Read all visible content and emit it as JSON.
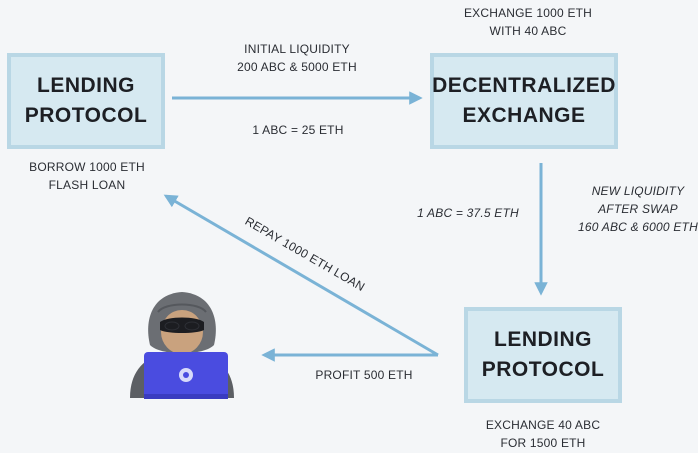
{
  "colors": {
    "background": "#f4f6f8",
    "box_fill": "#d6e9f1",
    "box_border": "#b9d7e5",
    "arrow": "#7ab3d6",
    "hacker_hood": "#6b6e73",
    "laptop": "#4a4ce0"
  },
  "nodes": {
    "lending_top": {
      "line1": "LENDING",
      "line2": "PROTOCOL"
    },
    "dex": {
      "line1": "DECENTRALIZED",
      "line2": "EXCHANGE"
    },
    "lending_bottom": {
      "line1": "LENDING",
      "line2": "PROTOCOL"
    }
  },
  "labels": {
    "exchange_top": {
      "line1": "EXCHANGE 1000 ETH",
      "line2": "WITH 40 ABC"
    },
    "initial_liquidity": {
      "line1": "INITIAL LIQUIDITY",
      "line2": "200 ABC & 5000 ETH"
    },
    "rate_initial": "1 ABC = 25 ETH",
    "borrow": {
      "line1": "BORROW 1000 ETH",
      "line2": "FLASH LOAN"
    },
    "rate_new": "1 ABC = 37.5 ETH",
    "new_liquidity": {
      "line1": "NEW LIQUIDITY",
      "line2": "AFTER SWAP",
      "line3": "160 ABC & 6000 ETH"
    },
    "repay": "REPAY 1000 ETH LOAN",
    "profit": "PROFIT 500 ETH",
    "exchange_bottom": {
      "line1": "EXCHANGE 40 ABC",
      "line2": "FOR 1500 ETH"
    }
  },
  "icons": {
    "attacker": "hacker-icon"
  }
}
